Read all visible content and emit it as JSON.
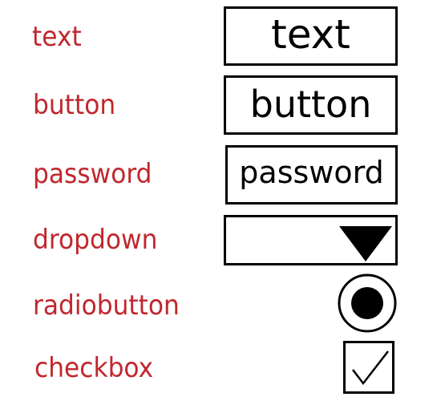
{
  "labels": {
    "text": "text",
    "button": "button",
    "password": "password",
    "dropdown": "dropdown",
    "radiobutton": "radiobutton",
    "checkbox": "checkbox"
  },
  "widgets": {
    "text_field_value": "text",
    "button_label": "button",
    "password_field_value": "password"
  },
  "colors": {
    "label": "#c0272d",
    "widget_border": "#000000",
    "background": "#ffffff"
  },
  "icons": {
    "dropdown": "triangle-down-icon",
    "radio": "radio-selected-icon",
    "checkbox": "checkmark-icon"
  },
  "state": {
    "radio_selected": true,
    "checkbox_checked": true
  }
}
